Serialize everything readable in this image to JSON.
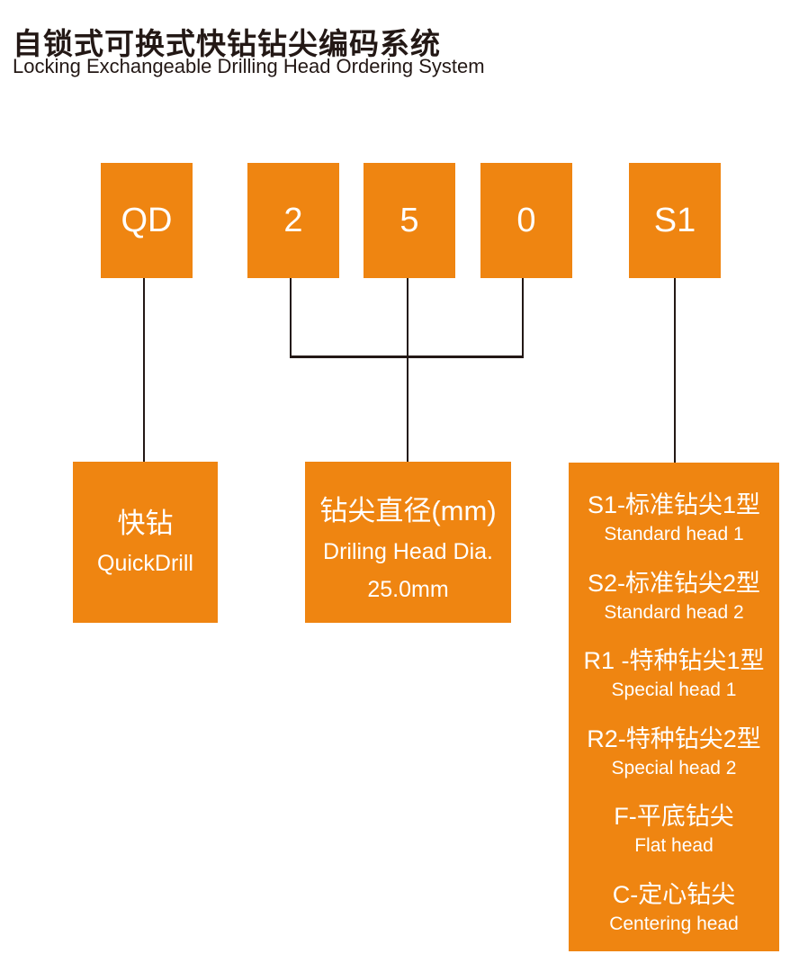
{
  "page": {
    "title_zh": "自锁式可换式快钻钻尖编码系统",
    "title_en": "Locking Exchangeable Drilling Head Ordering System"
  },
  "code_boxes": [
    {
      "code": "QD"
    },
    {
      "code": "2"
    },
    {
      "code": "5"
    },
    {
      "code": "0"
    },
    {
      "code": "S1"
    }
  ],
  "legend": {
    "brand": {
      "zh": "快钻",
      "en": "QuickDrill"
    },
    "diameter": {
      "zh": "钻尖直径(mm)",
      "en": "Driling Head Dia.",
      "value": "25.0mm"
    },
    "head_types": [
      {
        "zh": "S1-标准钻尖1型",
        "en": "Standard head 1"
      },
      {
        "zh": "S2-标准钻尖2型",
        "en": "Standard head 2"
      },
      {
        "zh": "R1 -特种钻尖1型",
        "en": "Special head 1"
      },
      {
        "zh": "R2-特种钻尖2型",
        "en": "Special head 2"
      },
      {
        "zh": "F-平底钻尖",
        "en": "Flat head"
      },
      {
        "zh": "C-定心钻尖",
        "en": "Centering head"
      }
    ]
  },
  "colors": {
    "accent_orange": "#EF8511",
    "line_dark": "#231815",
    "text_on_orange": "#FFFFFF"
  }
}
